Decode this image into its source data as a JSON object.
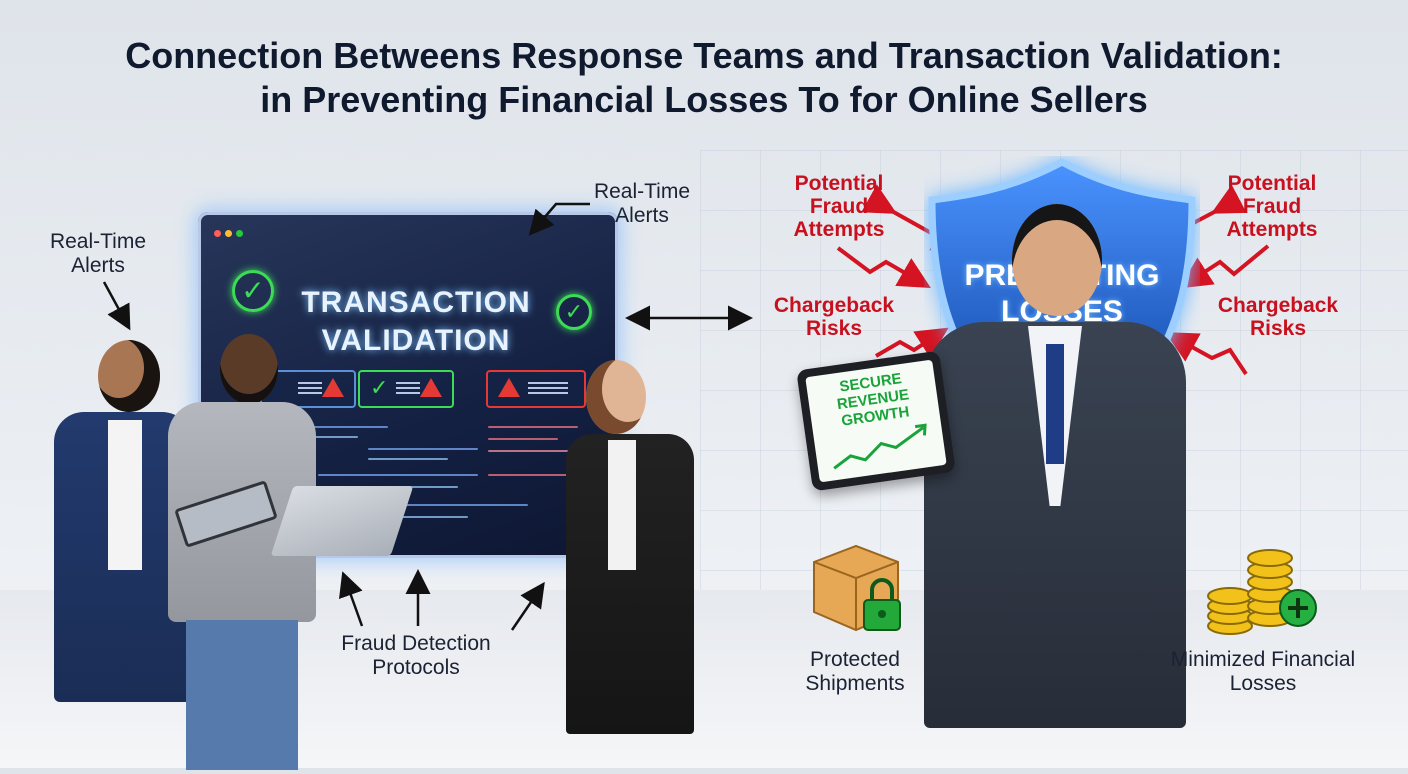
{
  "title": {
    "line1": "Connection Betweens   Response Teams and Transaction Validation:",
    "line2": "in Preventing Financial Losses To for Online Sellers"
  },
  "left": {
    "alerts_left": "Real-Time Alerts",
    "alerts_top": "Real-Time Alerts",
    "monitor_title": "TRANSACTION VALIDATION",
    "fraud_protocols": "Fraud Detection Protocols"
  },
  "right": {
    "shield_text": "PREVENTING LOSSES",
    "fraud_left": "Potential Fraud Attempts",
    "fraud_right": "Potential Fraud Attempts",
    "chargeback_left": "Chargeback Risks",
    "chargeback_right": "Chargeback Risks",
    "tablet_text": "SECURE REVENUE GROWTH",
    "protected_shipments": "Protected Shipments",
    "minimized_losses": "Minimized Financial Losses"
  },
  "colors": {
    "title": "#0f1a2e",
    "alert_red": "#c8101e",
    "check_green": "#3ddc57",
    "shield_blue": "#1f63c8"
  },
  "icons": [
    "check-icon",
    "warning-icon",
    "shield-icon",
    "lightning-icon",
    "arrow-icon",
    "package-lock-icon",
    "coins-plus-icon",
    "growth-chart-icon"
  ]
}
